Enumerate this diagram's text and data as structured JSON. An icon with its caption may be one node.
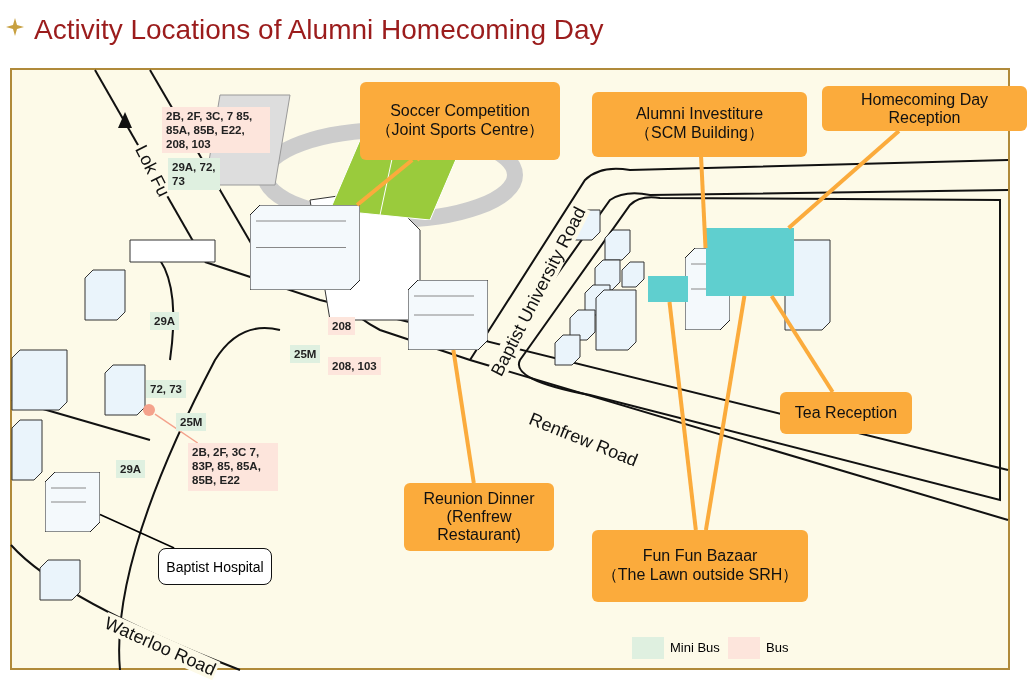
{
  "diagram": {
    "title": "Activity Locations of Alumni Homecoming Day",
    "nodes": [
      {
        "text": [
          "Soccer Competition",
          "（Joint Sports Centre）"
        ]
      },
      {
        "text": [
          "Alumni Investiture",
          "（SCM Building）"
        ]
      },
      {
        "text": [
          "Homecoming Day Reception"
        ]
      },
      {
        "text": [
          "Tea Reception"
        ]
      },
      {
        "text": [
          "Reunion Dinner",
          "(Renfrew Restaurant)"
        ]
      },
      {
        "text": [
          "Fun Fun Bazaar",
          "（The Lawn outside SRH）"
        ]
      },
      {
        "text": [
          "Baptist Hospital"
        ]
      },
      {
        "text": [
          "2B, 2F, 3C 7, 83P, 85, 85A, 85B, E22"
        ]
      },
      {
        "text": [],
        "shape": "picture"
      },
      {
        "text": [],
        "shape": "picture"
      },
      {
        "text": [],
        "shape": "picture"
      },
      {
        "text": [],
        "shape": "box"
      },
      {
        "text": [],
        "shape": "picture"
      },
      {
        "text": [],
        "shape": "box"
      },
      {
        "text": [],
        "shape": "picture"
      },
      {
        "text": [],
        "shape": "circle"
      }
    ],
    "edges": [
      {
        "from": 0,
        "to": 8,
        "arrow": "none"
      },
      {
        "from": 0,
        "to": 9,
        "arrow": "none"
      },
      {
        "from": 1,
        "to": 10,
        "arrow": "none"
      },
      {
        "from": 2,
        "to": 11,
        "arrow": "none"
      },
      {
        "from": 3,
        "to": 11,
        "arrow": "none"
      },
      {
        "from": 4,
        "to": 12,
        "arrow": "none"
      },
      {
        "from": 5,
        "to": 13,
        "arrow": "none"
      },
      {
        "from": 5,
        "to": 11,
        "arrow": "none"
      },
      {
        "from": 6,
        "to": 14,
        "arrow": "none",
        "color": "#000000"
      },
      {
        "from": 7,
        "to": 15,
        "arrow": "none",
        "color": "#f4a28c"
      }
    ],
    "labels": [
      "2B, 2F, 3C, 7 85, 85A, 85B, E22, 208, 103",
      "29A, 72, 73",
      "Lok Fu",
      "29A",
      "208",
      "25M",
      "208, 103",
      "Baptist University Road",
      "72, 73",
      "25M",
      "29A",
      "Renfrew Road",
      "Waterloo Road"
    ],
    "legend": [
      {
        "text": "Mini Bus",
        "color": "#dff0e0"
      },
      {
        "text": "Bus",
        "color": "#fde5dc"
      }
    ]
  }
}
